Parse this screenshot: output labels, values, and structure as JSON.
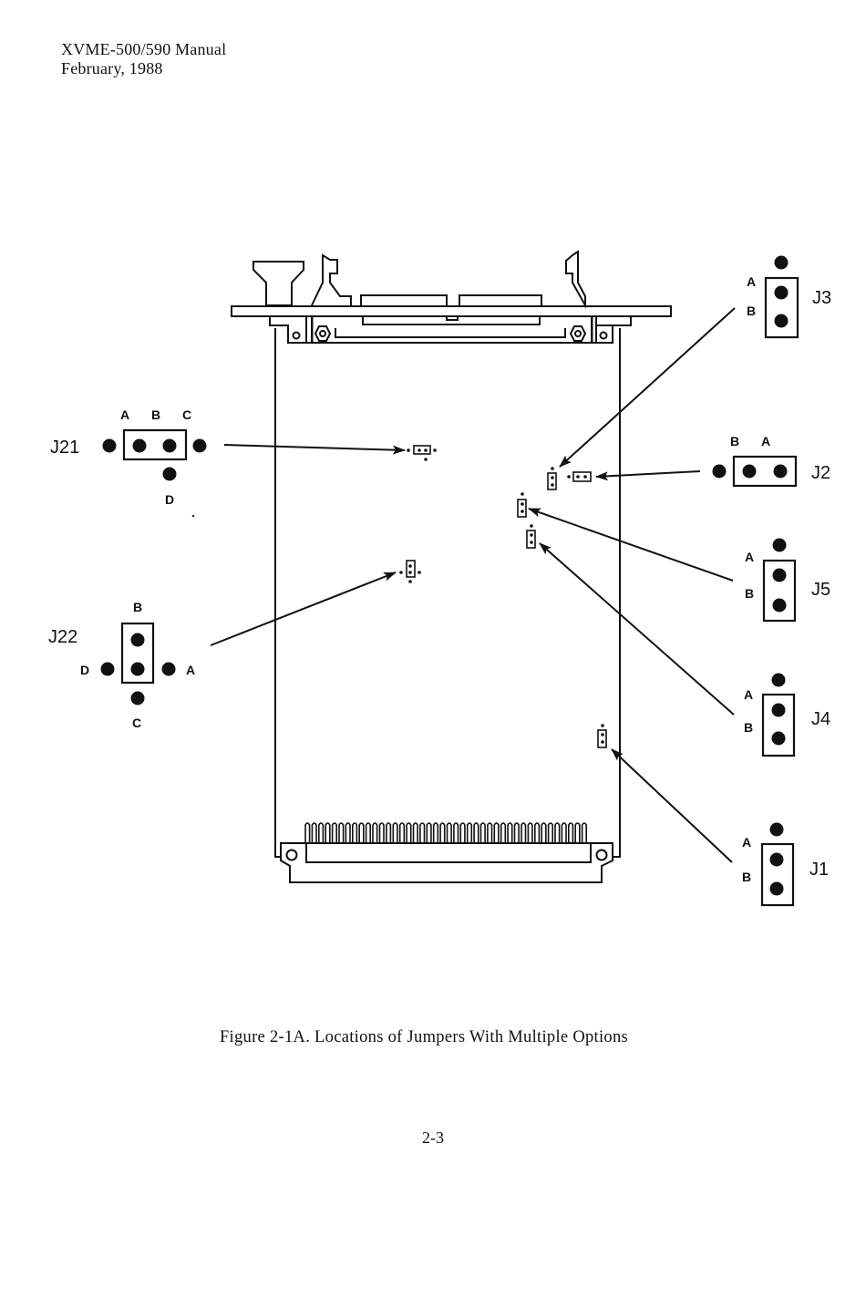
{
  "header": {
    "manual_title": "XVME-500/590 Manual",
    "date": "February, 1988"
  },
  "figure": {
    "caption": "Figure 2-1A.  Locations of Jumpers With Multiple Options",
    "connector_finger_count": 42,
    "jumpers": [
      {
        "id": "J21",
        "name": "J21",
        "pin_labels": [
          "A",
          "B",
          "C",
          "D"
        ],
        "orientation": "horizontal",
        "jumpered_pins": [
          "B-C center pair"
        ]
      },
      {
        "id": "J22",
        "name": "J22",
        "pin_labels": [
          "B",
          "D",
          "A",
          "C"
        ],
        "orientation": "vertical"
      },
      {
        "id": "J3",
        "name": "J3",
        "pin_labels": [
          "A",
          "B"
        ],
        "orientation": "vertical"
      },
      {
        "id": "J2",
        "name": "J2",
        "pin_labels": [
          "B",
          "A"
        ],
        "orientation": "horizontal"
      },
      {
        "id": "J5",
        "name": "J5",
        "pin_labels": [
          "A",
          "B"
        ],
        "orientation": "vertical"
      },
      {
        "id": "J4",
        "name": "J4",
        "pin_labels": [
          "A",
          "B"
        ],
        "orientation": "vertical"
      },
      {
        "id": "J1",
        "name": "J1",
        "pin_labels": [
          "A",
          "B"
        ],
        "orientation": "vertical"
      }
    ]
  },
  "footer": {
    "page_number": "2-3"
  }
}
